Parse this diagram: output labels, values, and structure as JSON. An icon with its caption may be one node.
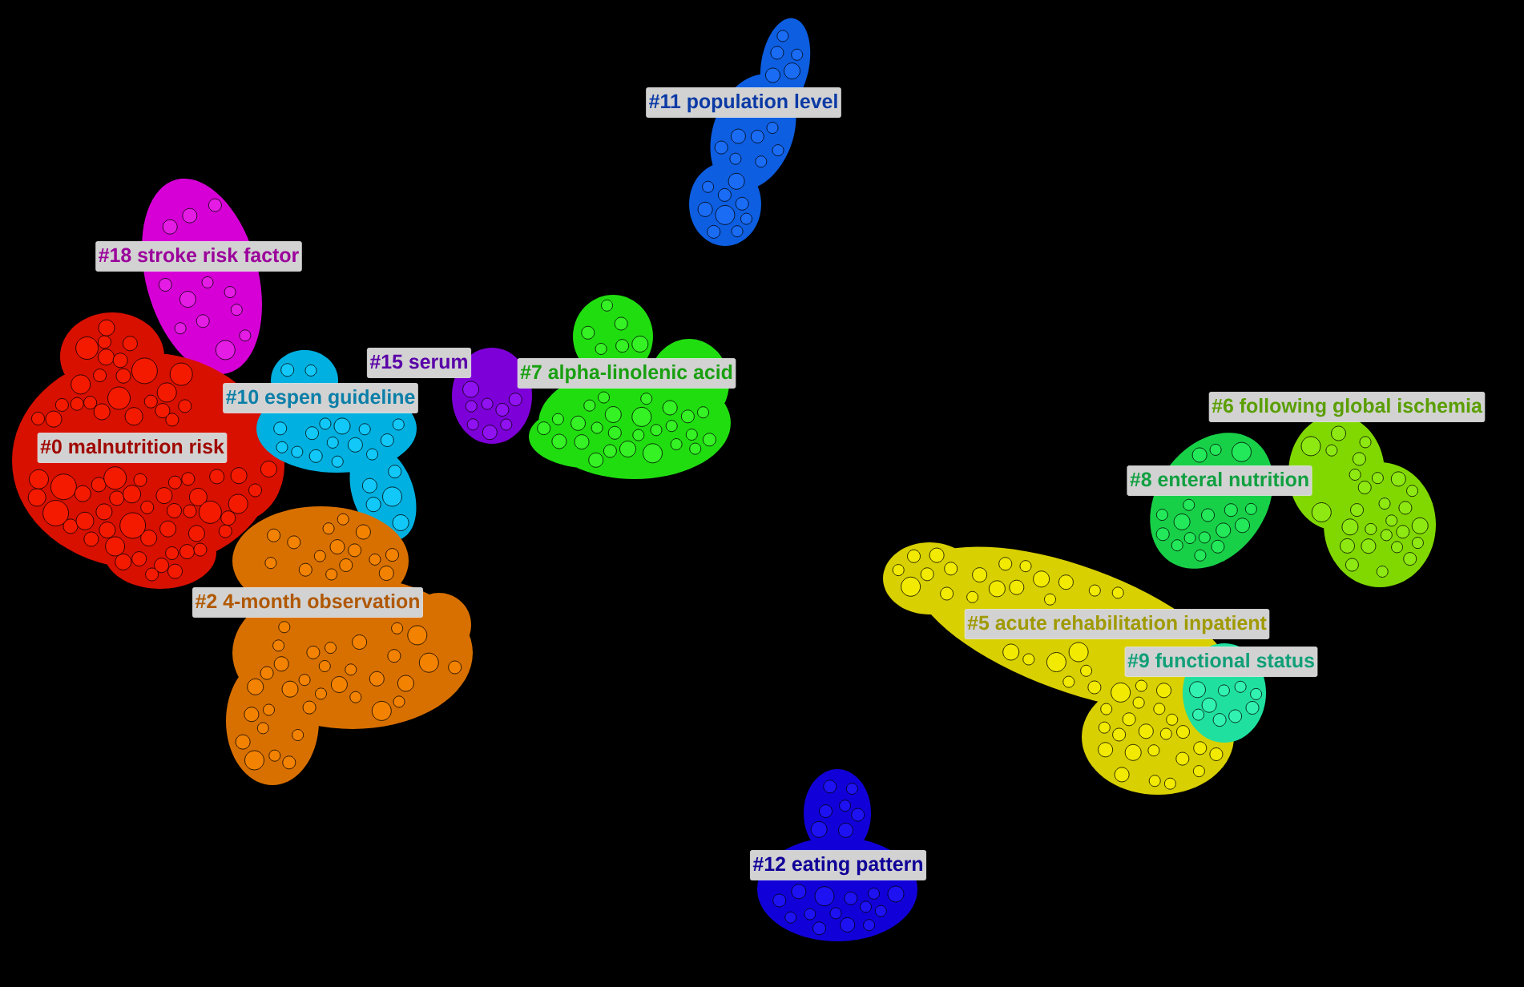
{
  "diagram": {
    "nodes": [
      {
        "text": [
          "#11 population level"
        ]
      },
      {
        "text": [
          "#18 stroke risk factor"
        ]
      },
      {
        "text": [
          "#10 espen guideline"
        ]
      },
      {
        "text": [
          "#15 serum"
        ]
      },
      {
        "text": [
          "#7 alpha-linolenic acid"
        ]
      },
      {
        "text": [
          "#6 following global ischemia"
        ]
      },
      {
        "text": [
          "#0 malnutrition risk"
        ]
      },
      {
        "text": [
          "#8 enteral nutrition"
        ]
      },
      {
        "text": [
          "#2 4-month observation"
        ]
      },
      {
        "text": [
          "#5 acute rehabilitation inpatient"
        ]
      },
      {
        "text": [
          "#9 functional status"
        ]
      },
      {
        "text": [
          "#12 eating pattern"
        ]
      }
    ]
  }
}
